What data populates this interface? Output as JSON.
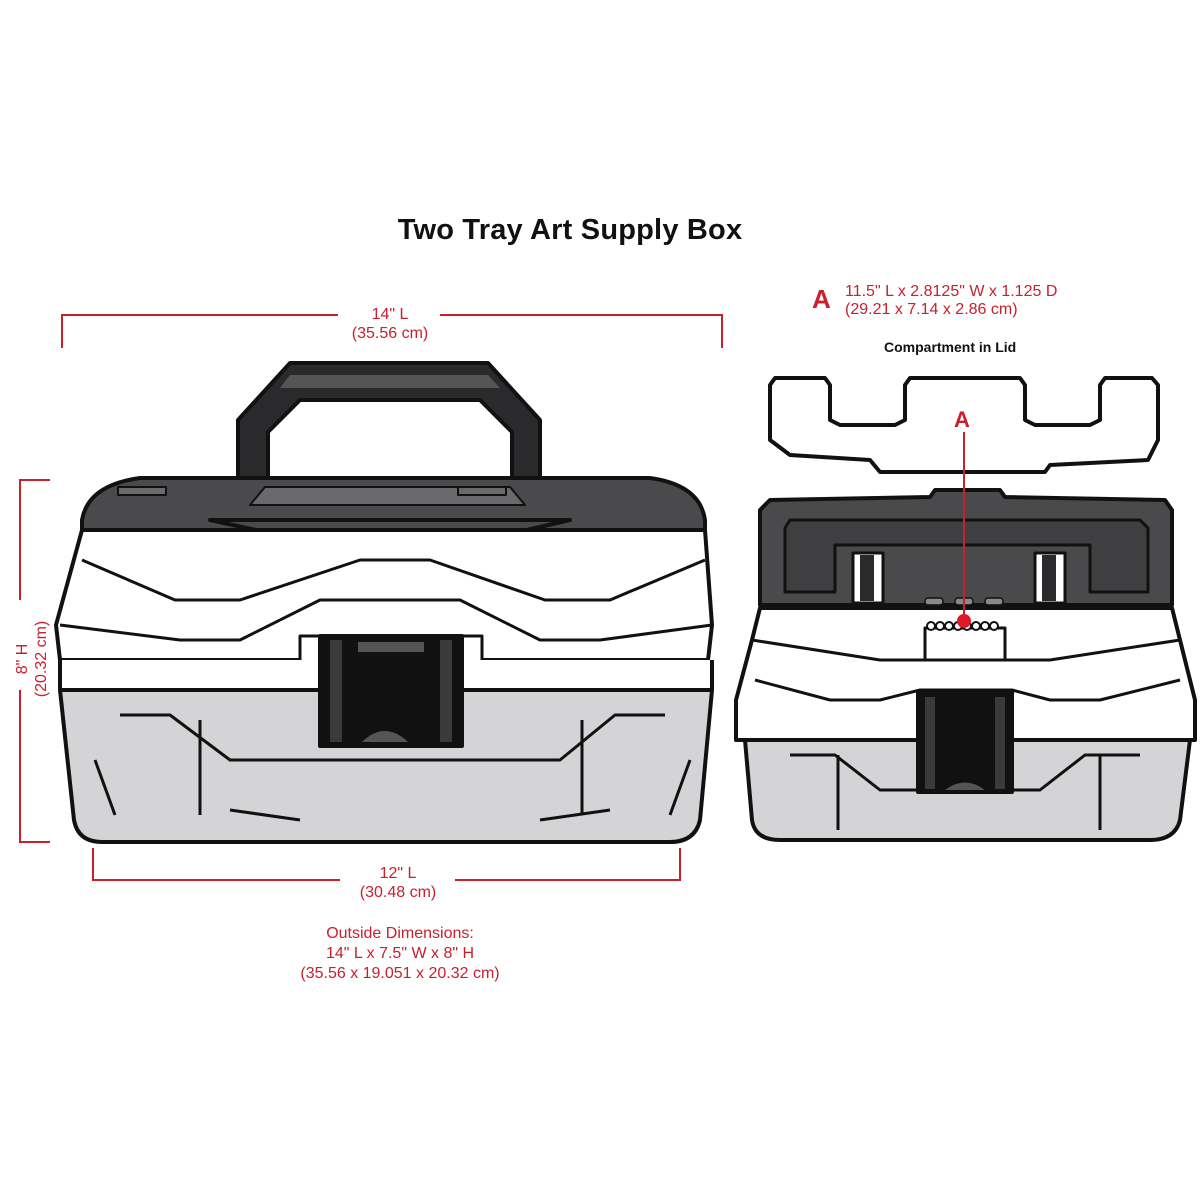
{
  "title": "Two Tray Art Supply Box",
  "front_view": {
    "top_dimension": {
      "imperial": "14\" L",
      "metric": "(35.56 cm)"
    },
    "height_dimension": {
      "imperial": "8\" H",
      "metric": "(20.32 cm)"
    },
    "bottom_dimension": {
      "imperial": "12\" L",
      "metric": "(30.48 cm)"
    },
    "outside_dimensions": {
      "label": "Outside Dimensions:",
      "imperial": "14\" L x 7.5\" W x 8\" H",
      "metric": "(35.56 x 19.051 x 20.32 cm)"
    }
  },
  "lid_view": {
    "marker": "A",
    "compartment_dimension": {
      "imperial": "11.5\" L x 2.8125\" W x 1.125 D",
      "metric": "(29.21 x 7.14 x 2.86 cm)"
    },
    "compartment_label": "Compartment in Lid",
    "callout_marker": "A"
  },
  "colors": {
    "dimension_red": "#c8202c",
    "lid_dark": "#4a4a4c",
    "handle_black": "#2a2a2c",
    "base_gray": "#d4d4d6",
    "tray_white": "#ffffff",
    "outline": "#111111"
  }
}
